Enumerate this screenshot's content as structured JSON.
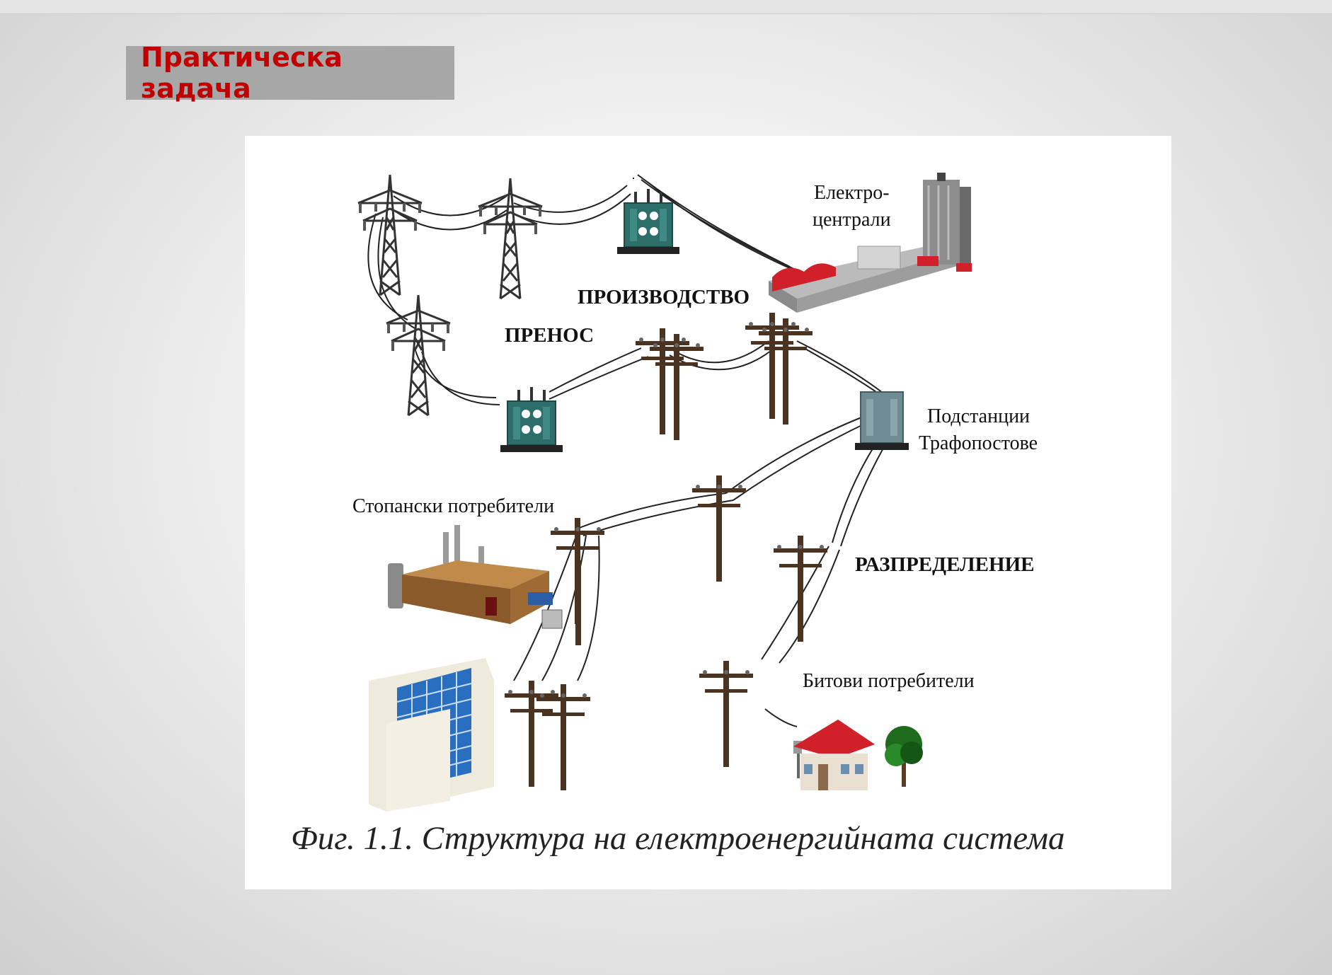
{
  "slide": {
    "title": "Практическа задача"
  },
  "figure": {
    "labels": {
      "power_plants_line1": "Електро-",
      "power_plants_line2": "централи",
      "production": "ПРОИЗВОДСТВО",
      "transmission": "ПРЕНОС",
      "substations_line1": "Подстанции",
      "substations_line2": "Трафопостове",
      "industrial": "Стопански потребители",
      "distribution": "РАЗПРЕДЕЛЕНИЕ",
      "household": "Битови потребители"
    },
    "caption": "Фиг. 1.1. Структура на електроенергийната система"
  },
  "colors": {
    "title_text": "#c00000",
    "title_box": "#a7a7a7",
    "transformer": "#2e6e6a",
    "power_plant_accent": "#d0202a",
    "pole_wood": "#4a3320",
    "building_glass": "#2a6fbf",
    "house_roof": "#d0202a",
    "tree": "#1e6b1e"
  },
  "icons": [
    "pylon-icon",
    "transformer-icon",
    "power-plant-icon",
    "utility-pole-icon",
    "factory-icon",
    "office-building-icon",
    "house-icon",
    "tree-icon"
  ]
}
